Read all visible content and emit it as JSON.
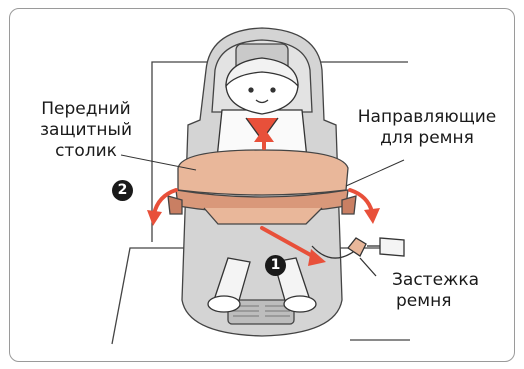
{
  "labels": {
    "front_tray": [
      "Передний",
      "защитный",
      "столик"
    ],
    "belt_guides": [
      "Направляющие",
      "для ремня"
    ],
    "belt_buckle": [
      "Застежка",
      "ремня"
    ]
  },
  "steps": {
    "one": "1",
    "two": "2"
  },
  "colors": {
    "arrow": "#e8503a",
    "tray": "#e9b79a",
    "seat": "#d4d4d4",
    "frame": "#9a9a9a",
    "outline": "#444444"
  }
}
